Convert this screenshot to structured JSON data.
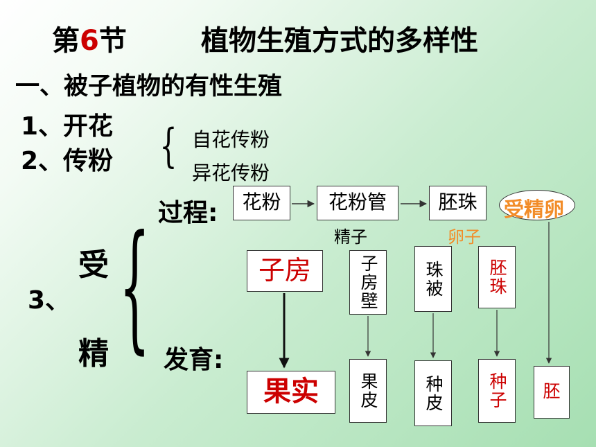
{
  "title": {
    "prefix": "第",
    "number": "6",
    "suffix": "节",
    "topic": "植物生殖方式的多样性"
  },
  "section1": {
    "heading": "一、被子植物的有性生殖"
  },
  "step1": {
    "label": "1、开花"
  },
  "step2": {
    "label": "2、传粉",
    "options": [
      "自花传粉",
      "异花传粉"
    ]
  },
  "process": {
    "label": "过程:",
    "boxes": [
      "花粉",
      "花粉管",
      "胚珠"
    ],
    "result": "受精卵",
    "sub_sperm": "精子",
    "sub_egg": "卵子"
  },
  "step3": {
    "number": "3、",
    "char1": "受",
    "char2": "精"
  },
  "development": {
    "label": "发育:",
    "sources": [
      "子房",
      "子房壁",
      "珠被",
      "胚珠"
    ],
    "targets": [
      "果实",
      "果皮",
      "种皮",
      "种子",
      "胚"
    ]
  },
  "colors": {
    "accent_red": "#cc0000",
    "accent_orange": "#f28c28"
  }
}
